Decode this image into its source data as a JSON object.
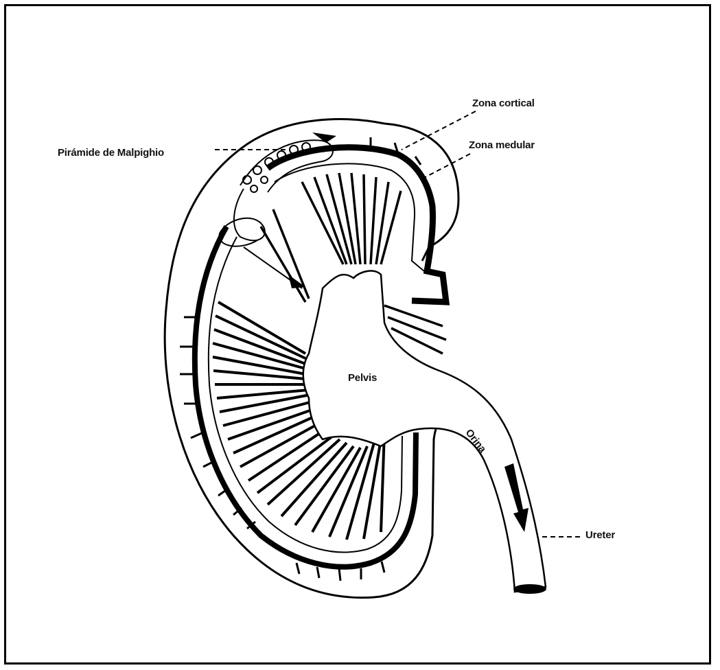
{
  "diagram": {
    "labels": {
      "zona_cortical": "Zona cortical",
      "zona_medular": "Zona medular",
      "piramide": "Pirámide de Malpighio",
      "pelvis": "Pelvis",
      "orina": "Orina",
      "ureter": "Ureter"
    },
    "colors": {
      "ink": "#000000",
      "paper": "#ffffff"
    }
  }
}
